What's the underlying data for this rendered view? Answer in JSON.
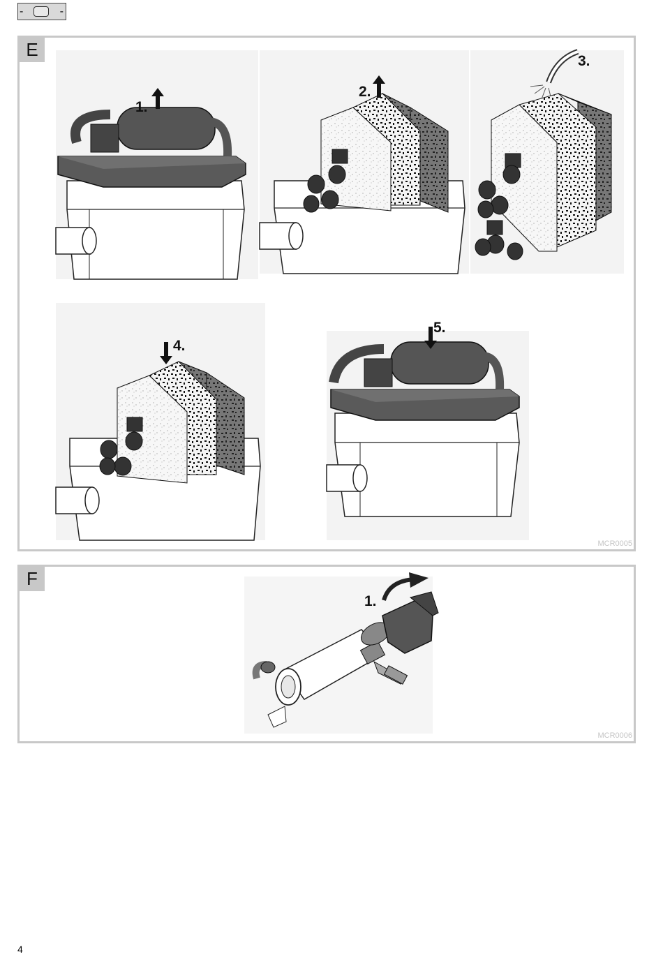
{
  "header": {
    "lang_dash_left": "-",
    "lang_dash_right": "-"
  },
  "panel_e": {
    "letter": "E",
    "code": "MCR0005",
    "steps": [
      "1.",
      "2.",
      "3.",
      "4.",
      "5."
    ]
  },
  "panel_f": {
    "letter": "F",
    "code": "MCR0006",
    "steps": [
      "1."
    ]
  },
  "footer": {
    "page_number": "4"
  },
  "colors": {
    "panel_border": "#c8c8c8",
    "lid": "#5a5a5a",
    "foam_dark": "#6e6e6e"
  }
}
